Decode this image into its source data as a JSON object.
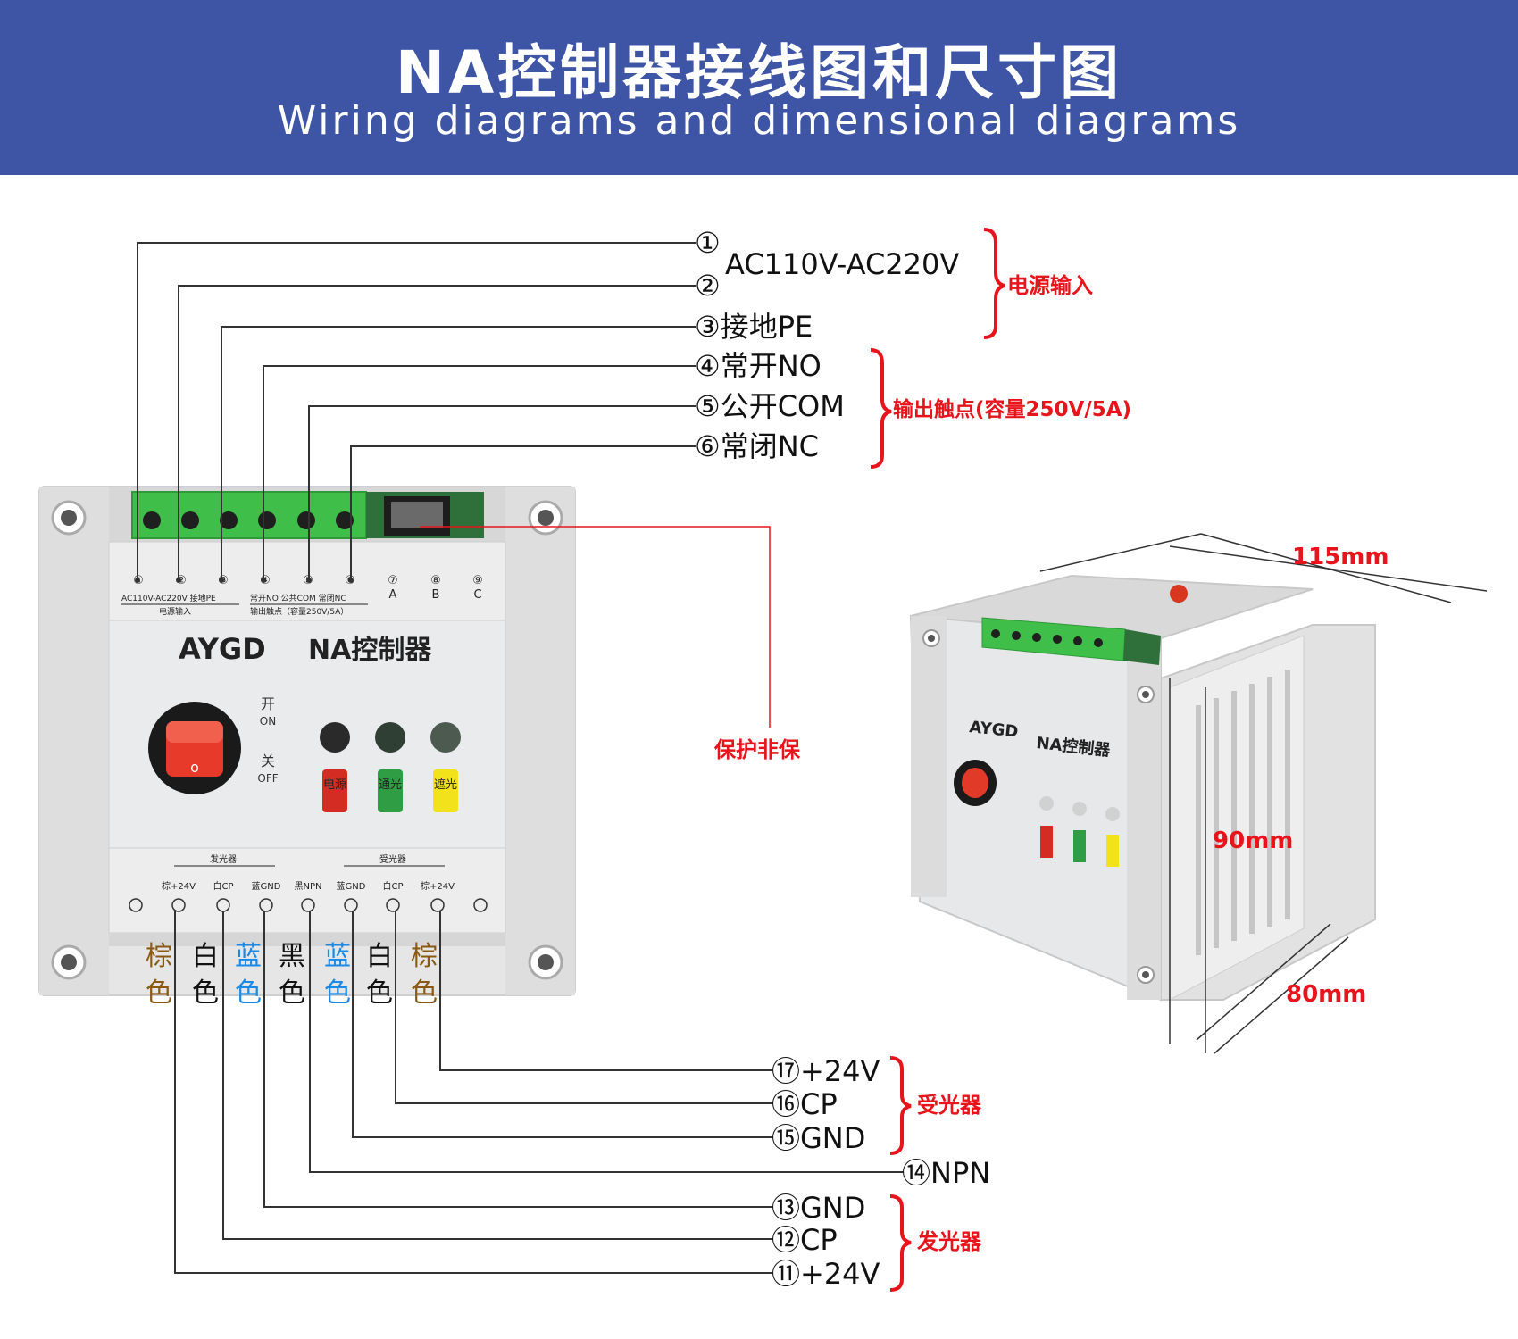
{
  "header": {
    "title": "NA控制器接线图和尺寸图",
    "subtitle": "Wiring diagrams and dimensional diagrams"
  },
  "terminals_top": {
    "t1": "①",
    "t2": "②",
    "voltage": "AC110V-AC220V",
    "t3": "③接地PE",
    "t4": "④常开NO",
    "t5": "⑤公开COM",
    "t6": "⑥常闭NC",
    "power_group": "电源输入",
    "output_group": "输出触点(容量250V/5A)",
    "protect": "保护非保"
  },
  "device": {
    "brand": "AYGD",
    "model": "NA控制器",
    "on_label": "开",
    "on_en": "ON",
    "off_label": "关",
    "off_en": "OFF",
    "led1": "电源",
    "led2": "通光",
    "led3": "遮光",
    "top_strip_1": "AC110V-AC220V 接地PE",
    "top_strip_2": "电源输入",
    "top_strip_3": "常开NO 公共COM 常闭NC",
    "top_strip_4": "输出触点（容量250V/5A）",
    "top_nums": [
      "①",
      "②",
      "③",
      "④",
      "⑤",
      "⑥",
      "⑦",
      "⑧",
      "⑨"
    ],
    "top_abc": [
      "A",
      "B",
      "C"
    ],
    "bottom_group_emit": "发光器",
    "bottom_group_recv": "受光器",
    "bottom_terms": [
      "棕+24V",
      "白CP",
      "蓝GND",
      "黑NPN",
      "蓝GND",
      "白CP",
      "棕+24V"
    ]
  },
  "wire_colors": [
    {
      "top": "棕",
      "bottom": "色",
      "color": "#8b5a12"
    },
    {
      "top": "白",
      "bottom": "色",
      "color": "#111111"
    },
    {
      "top": "蓝",
      "bottom": "色",
      "color": "#1a8ae6"
    },
    {
      "top": "黑",
      "bottom": "色",
      "color": "#111111"
    },
    {
      "top": "蓝",
      "bottom": "色",
      "color": "#1a8ae6"
    },
    {
      "top": "白",
      "bottom": "色",
      "color": "#111111"
    },
    {
      "top": "棕",
      "bottom": "色",
      "color": "#8b5a12"
    }
  ],
  "terminals_bottom": {
    "t17": "⑰+24V",
    "t16": "⑯CP",
    "t15": "⑮GND",
    "t14": "⑭NPN",
    "t13": "⑬GND",
    "t12": "⑫CP",
    "t11": "⑪+24V",
    "recv_group": "受光器",
    "emit_group": "发光器"
  },
  "dimensions": {
    "width": "115mm",
    "height": "90mm",
    "depth": "80mm"
  },
  "colors": {
    "banner": "#3e55a6",
    "accent_red": "#e8141c",
    "terminal_green": "#3fbf4a",
    "device_body": "#e8eaec"
  }
}
